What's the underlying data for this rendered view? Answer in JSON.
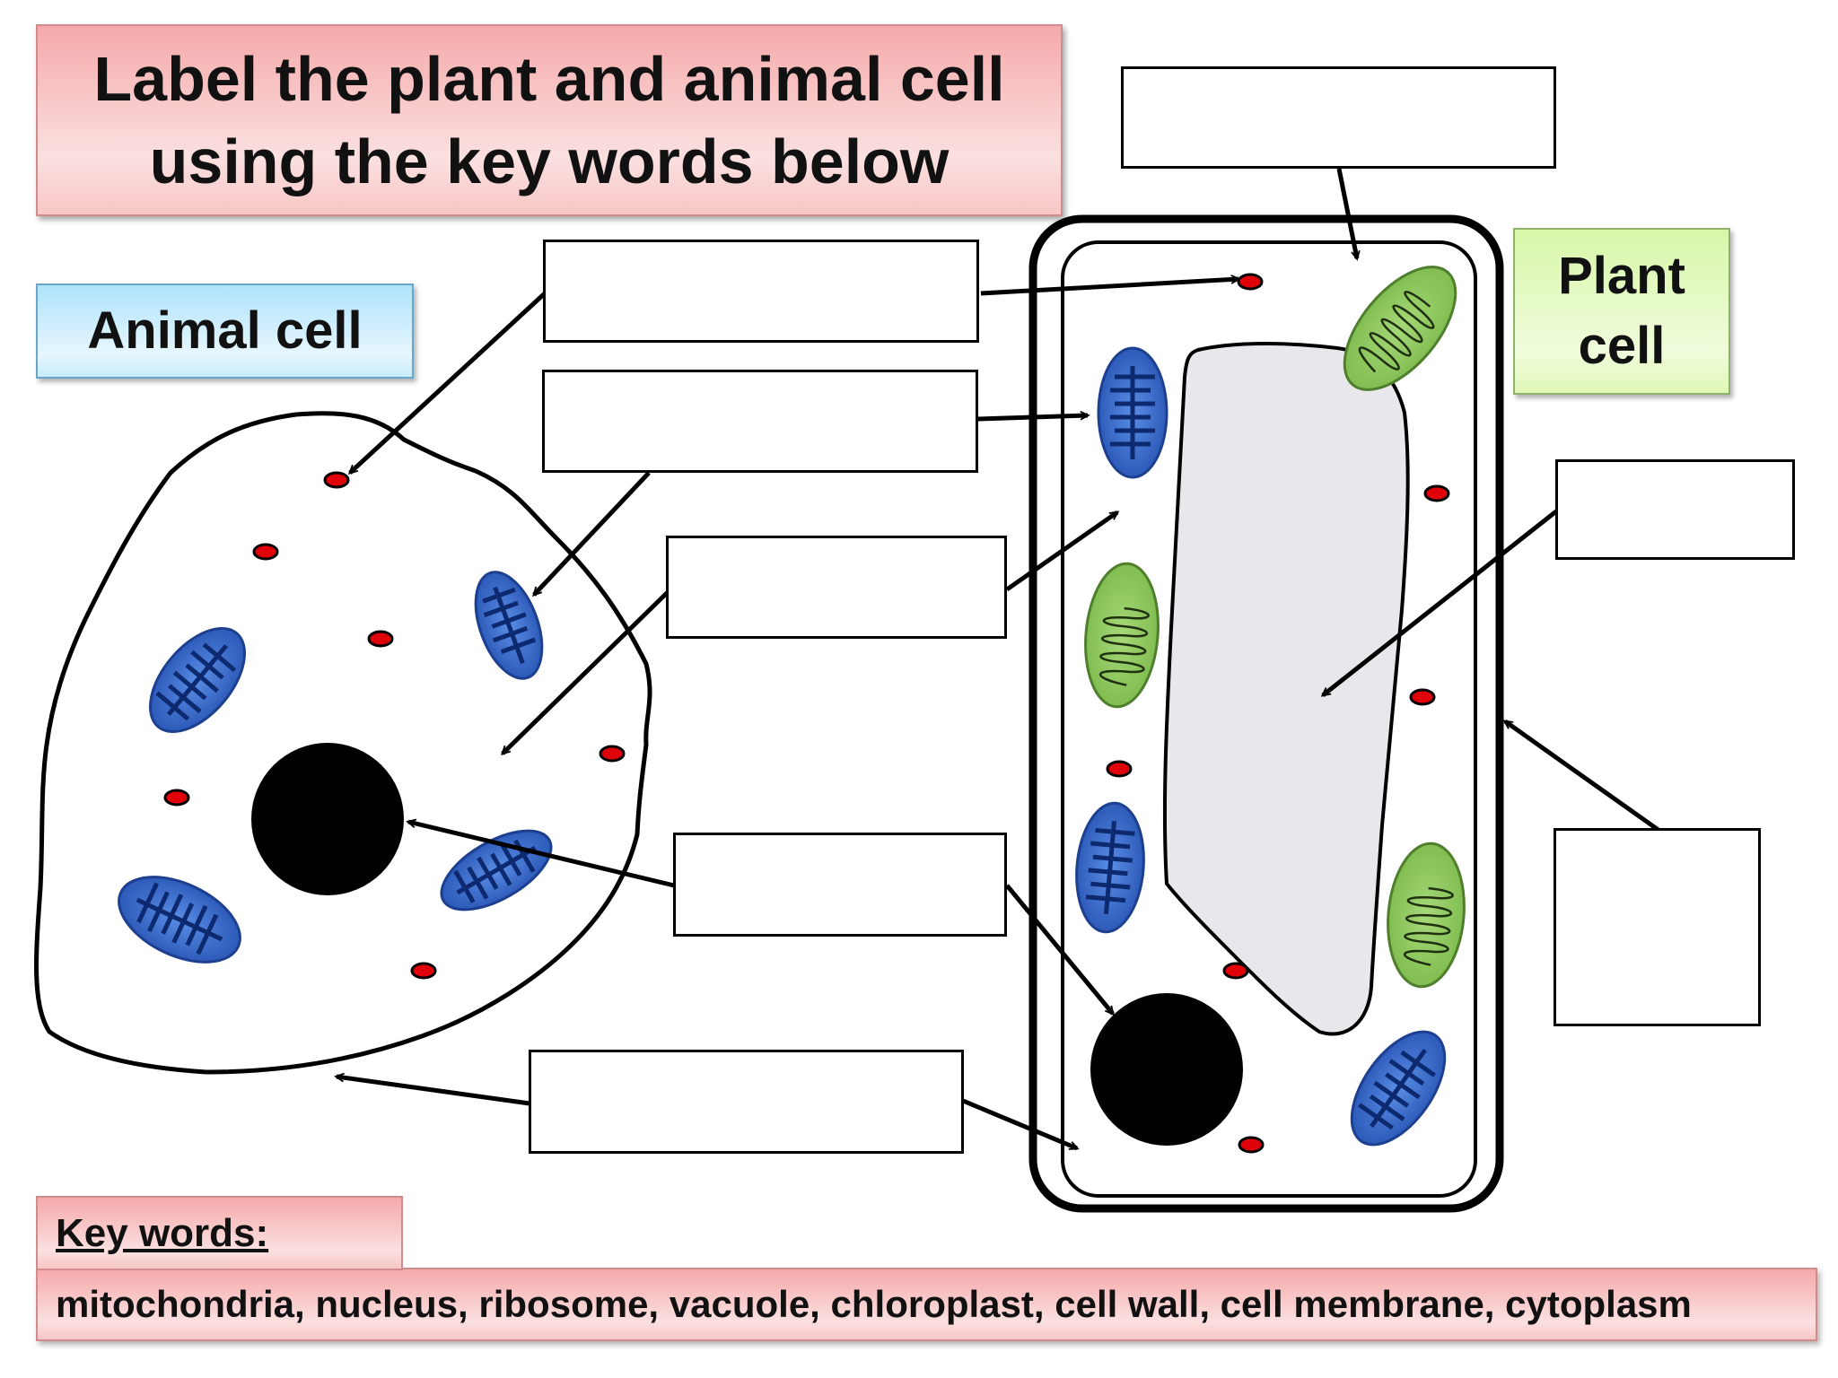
{
  "title": "Label the plant and animal cell using the key words below",
  "animal_label": "Animal cell",
  "plant_label": "Plant cell",
  "key_words_heading": "Key words:",
  "key_words": "mitochondria, nucleus, ribosome, vacuole, chloroplast, cell wall, cell membrane, cytoplasm",
  "colors": {
    "mitochondria": "#2f64c8",
    "chloroplast": "#8cc65a",
    "ribosome": "#e0000a",
    "vacuole": "#e8e8ec",
    "nucleus": "#000000"
  }
}
